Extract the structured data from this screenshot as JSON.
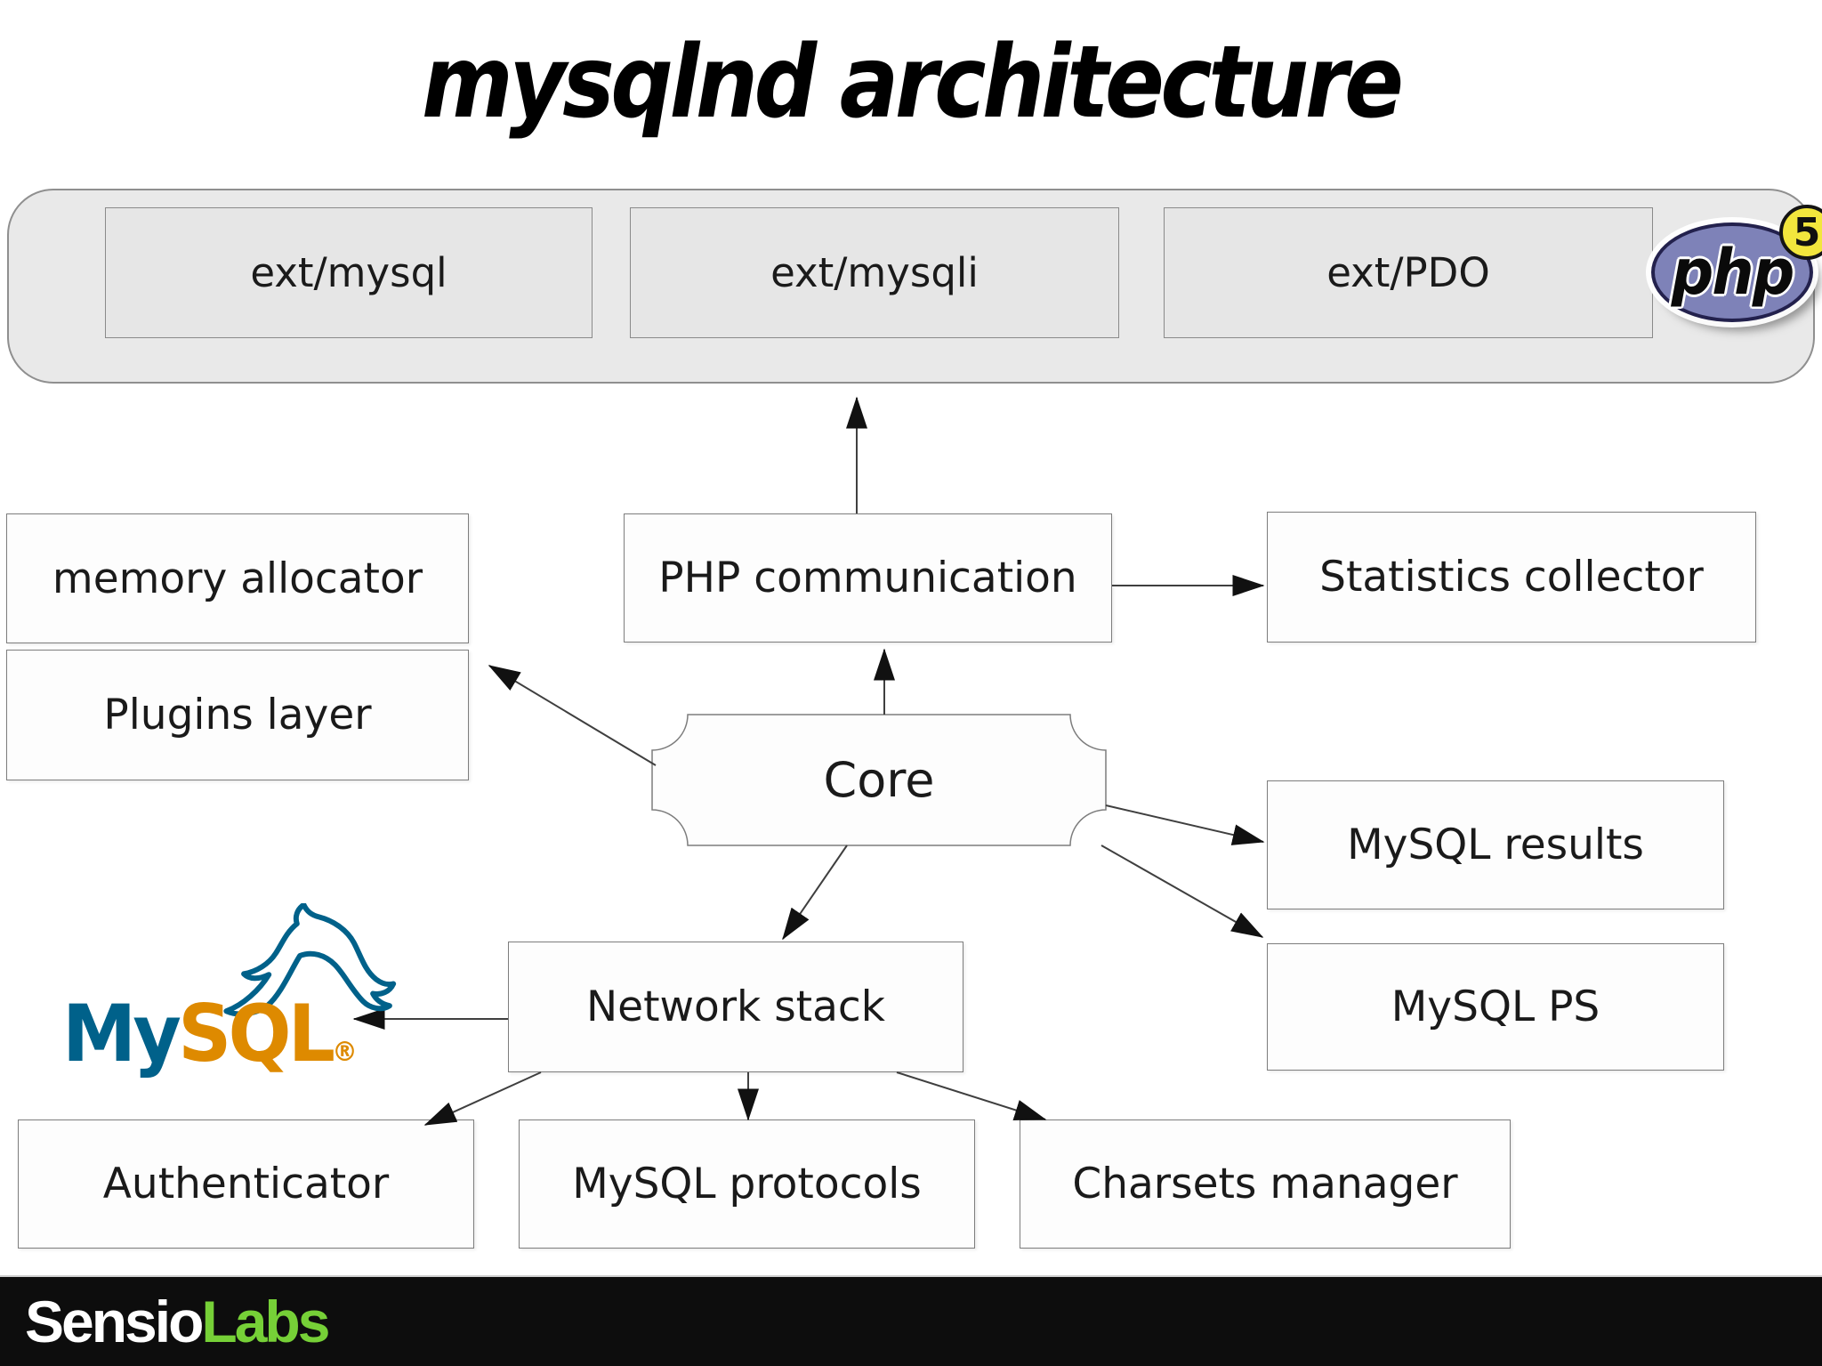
{
  "title": "mysqlnd architecture",
  "php_layer": {
    "extensions": [
      {
        "label": "ext/mysql"
      },
      {
        "label": "ext/mysqli"
      },
      {
        "label": "ext/PDO"
      }
    ],
    "php_logo": {
      "text": "php",
      "version_badge": "5"
    }
  },
  "nodes": {
    "memory_allocator": "memory allocator",
    "php_communication": "PHP communication",
    "statistics_collector": "Statistics collector",
    "plugins_layer": "Plugins layer",
    "core": "Core",
    "mysql_results": "MySQL results",
    "mysql_ps": "MySQL PS",
    "network_stack": "Network stack",
    "authenticator": "Authenticator",
    "mysql_protocols": "MySQL protocols",
    "charsets_manager": "Charsets manager"
  },
  "edges": [
    {
      "from": "php_communication",
      "to": "php_extensions_layer"
    },
    {
      "from": "core",
      "to": "php_communication"
    },
    {
      "from": "php_communication",
      "to": "statistics_collector"
    },
    {
      "from": "core",
      "to": "plugins_layer"
    },
    {
      "from": "core",
      "to": "mysql_results"
    },
    {
      "from": "core",
      "to": "mysql_ps"
    },
    {
      "from": "core",
      "to": "network_stack"
    },
    {
      "from": "network_stack",
      "to": "mysql_server_logo"
    },
    {
      "from": "network_stack",
      "to": "authenticator"
    },
    {
      "from": "network_stack",
      "to": "mysql_protocols"
    },
    {
      "from": "network_stack",
      "to": "charsets_manager"
    }
  ],
  "mysql_logo": {
    "my": "My",
    "sql": "SQL",
    "registered": "®"
  },
  "footer": {
    "sensio": "Sensio",
    "labs": "Labs"
  },
  "colors": {
    "php_purple": "#7e82b8",
    "php_badge_yellow": "#f2e63d",
    "mysql_blue": "#00618a",
    "mysql_orange": "#de8a00",
    "sensiolabs_green": "#76d037",
    "footer_black": "#0d0d0d",
    "layer_gray": "#e9e9e9",
    "arrow_gray": "#3f3f3f"
  }
}
